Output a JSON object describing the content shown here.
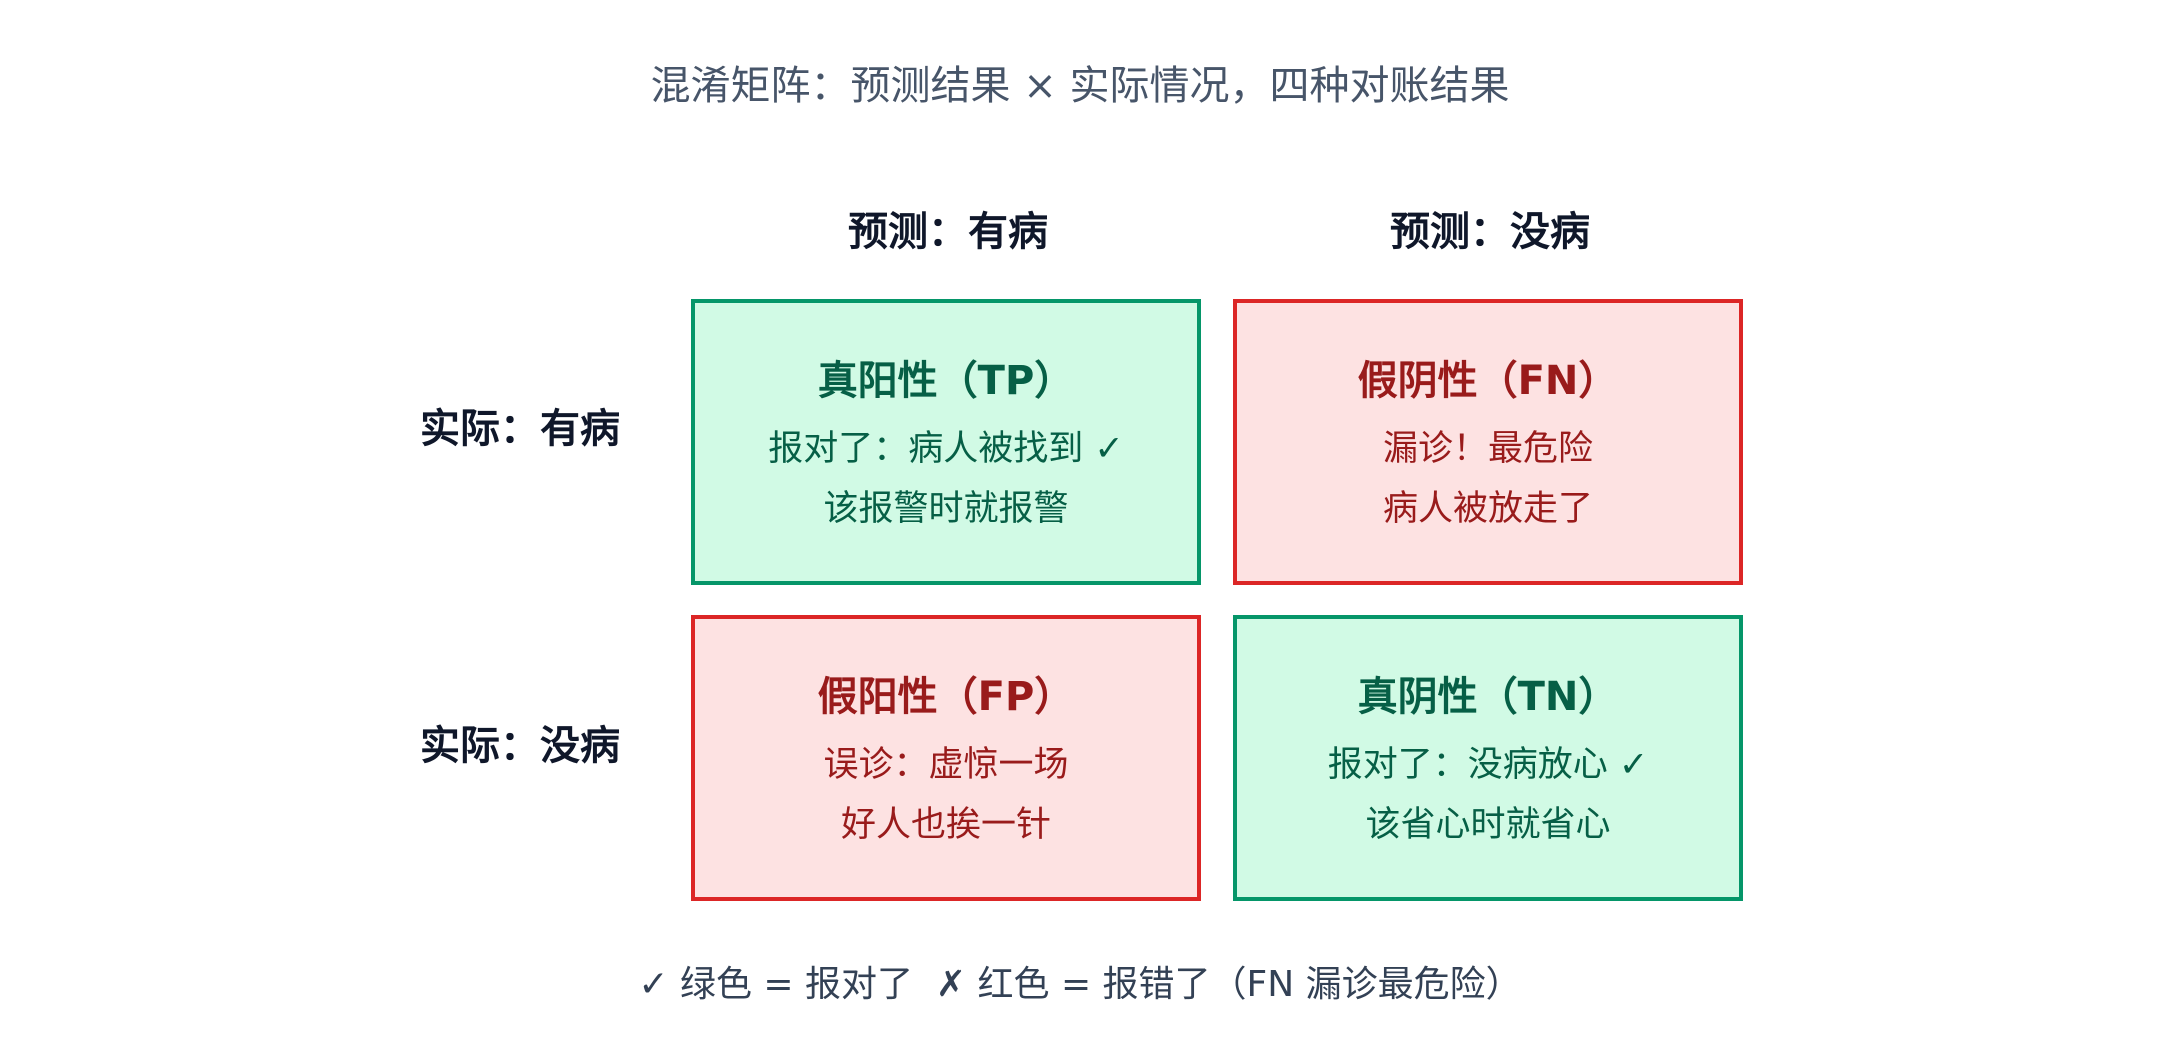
{
  "title": "混淆矩阵：预测结果 × 实际情况，四种对账结果",
  "columns": [
    "预测：有病",
    "预测：没病"
  ],
  "rows": [
    "实际：有病",
    "实际：没病"
  ],
  "cells": {
    "tp": {
      "title": "真阳性（TP）",
      "line1": "报对了：病人被找到 ✓",
      "line2": "该报警时就报警"
    },
    "fn": {
      "title": "假阴性（FN）",
      "line1": "漏诊！最危险",
      "line2": "病人被放走了"
    },
    "fp": {
      "title": "假阳性（FP）",
      "line1": "误诊：虚惊一场",
      "line2": "好人也挨一针"
    },
    "tn": {
      "title": "真阴性（TN）",
      "line1": "报对了：没病放心 ✓",
      "line2": "该省心时就省心"
    }
  },
  "legend": "✓ 绿色 = 报对了  ✗ 红色 = 报错了（FN 漏诊最危险）",
  "colors": {
    "correct_fill": "#d1fae5",
    "correct_border": "#059669",
    "correct_text": "#065f46",
    "wrong_fill": "#fde2e2",
    "wrong_border": "#dc2626",
    "wrong_text": "#991b1b"
  }
}
